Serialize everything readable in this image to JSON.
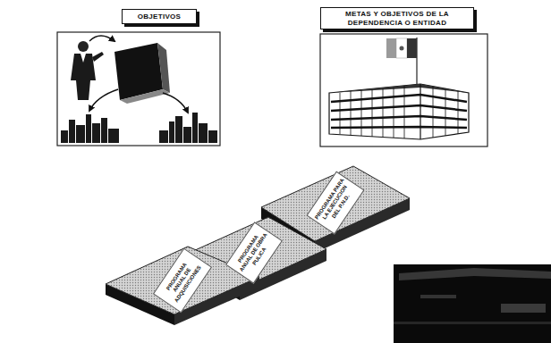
{
  "diagram": {
    "nodes": [
      {
        "text": [
          "OBJETIVOS"
        ]
      },
      {
        "text": [
          "METAS Y OBJETIVOS DE LA DEPENDENCIA O ENTIDAD"
        ]
      },
      {
        "text": [
          "PROGRAMA PARA LA EJECUCION DEL P.N.D."
        ]
      },
      {
        "text": [
          "PROGRAMA ANUAL DE OBRA PULICA"
        ]
      },
      {
        "text": [
          "PROGRAMA ANUAL DE ADQUISICIONES"
        ]
      }
    ]
  }
}
